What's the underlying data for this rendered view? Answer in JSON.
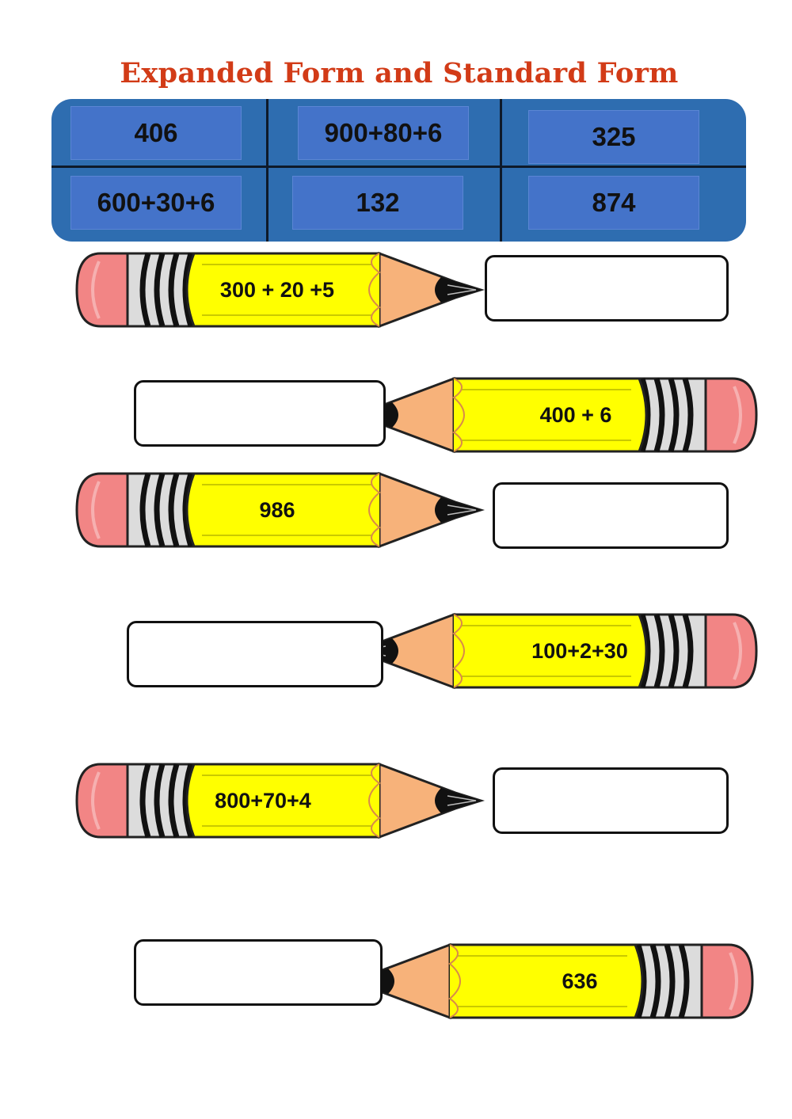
{
  "title": "Expanded Form and Standard Form",
  "bank": {
    "tiles": [
      "406",
      "900+80+6",
      "325",
      "600+30+6",
      "132",
      "874"
    ]
  },
  "pencils": [
    {
      "label": "300 + 20 +5"
    },
    {
      "label": "400 + 6"
    },
    {
      "label": "986"
    },
    {
      "label": "100+2+30"
    },
    {
      "label": "800+70+4"
    },
    {
      "label": "636"
    }
  ],
  "colors": {
    "title": "#d23b17",
    "bank_background": "#2e6db0",
    "tile": "#4473c9",
    "pencil_body": "#ffff00",
    "pencil_wood": "#f7b27a",
    "eraser": "#f08080"
  }
}
